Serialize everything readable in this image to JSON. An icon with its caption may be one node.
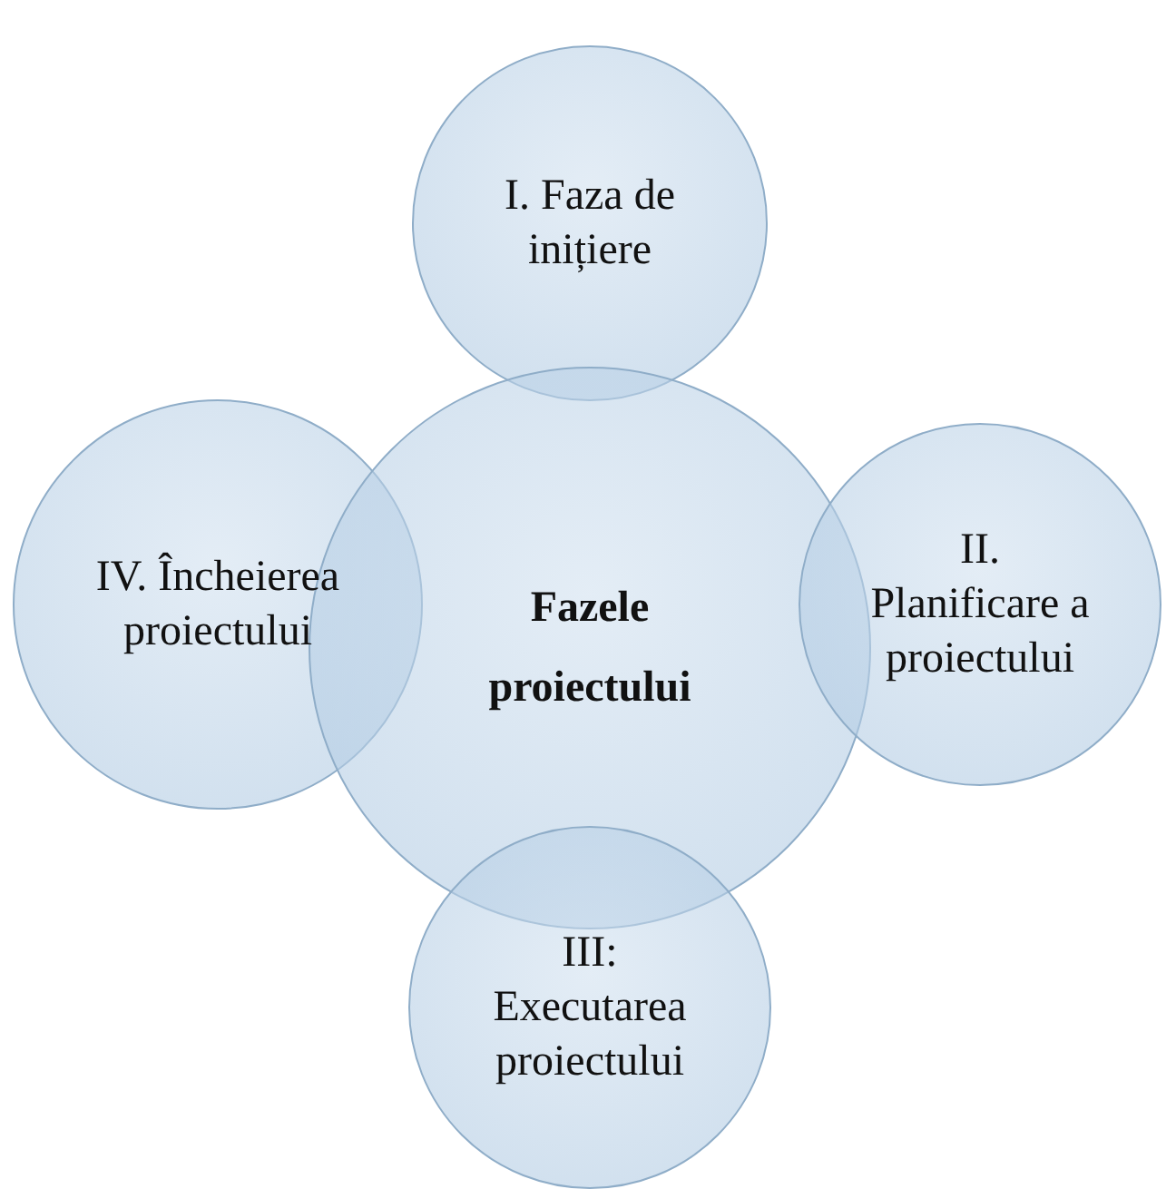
{
  "diagram": {
    "nodes": [
      {
        "text": [
          "I. Faza de inițiere"
        ]
      },
      {
        "text": [
          "IV. Încheierea proiectului"
        ]
      },
      {
        "text": [
          "Fazele proiectului"
        ]
      },
      {
        "text": [
          "II. Planificare a proiectului"
        ]
      },
      {
        "text": [
          "III: Executarea proiectului"
        ]
      }
    ]
  }
}
